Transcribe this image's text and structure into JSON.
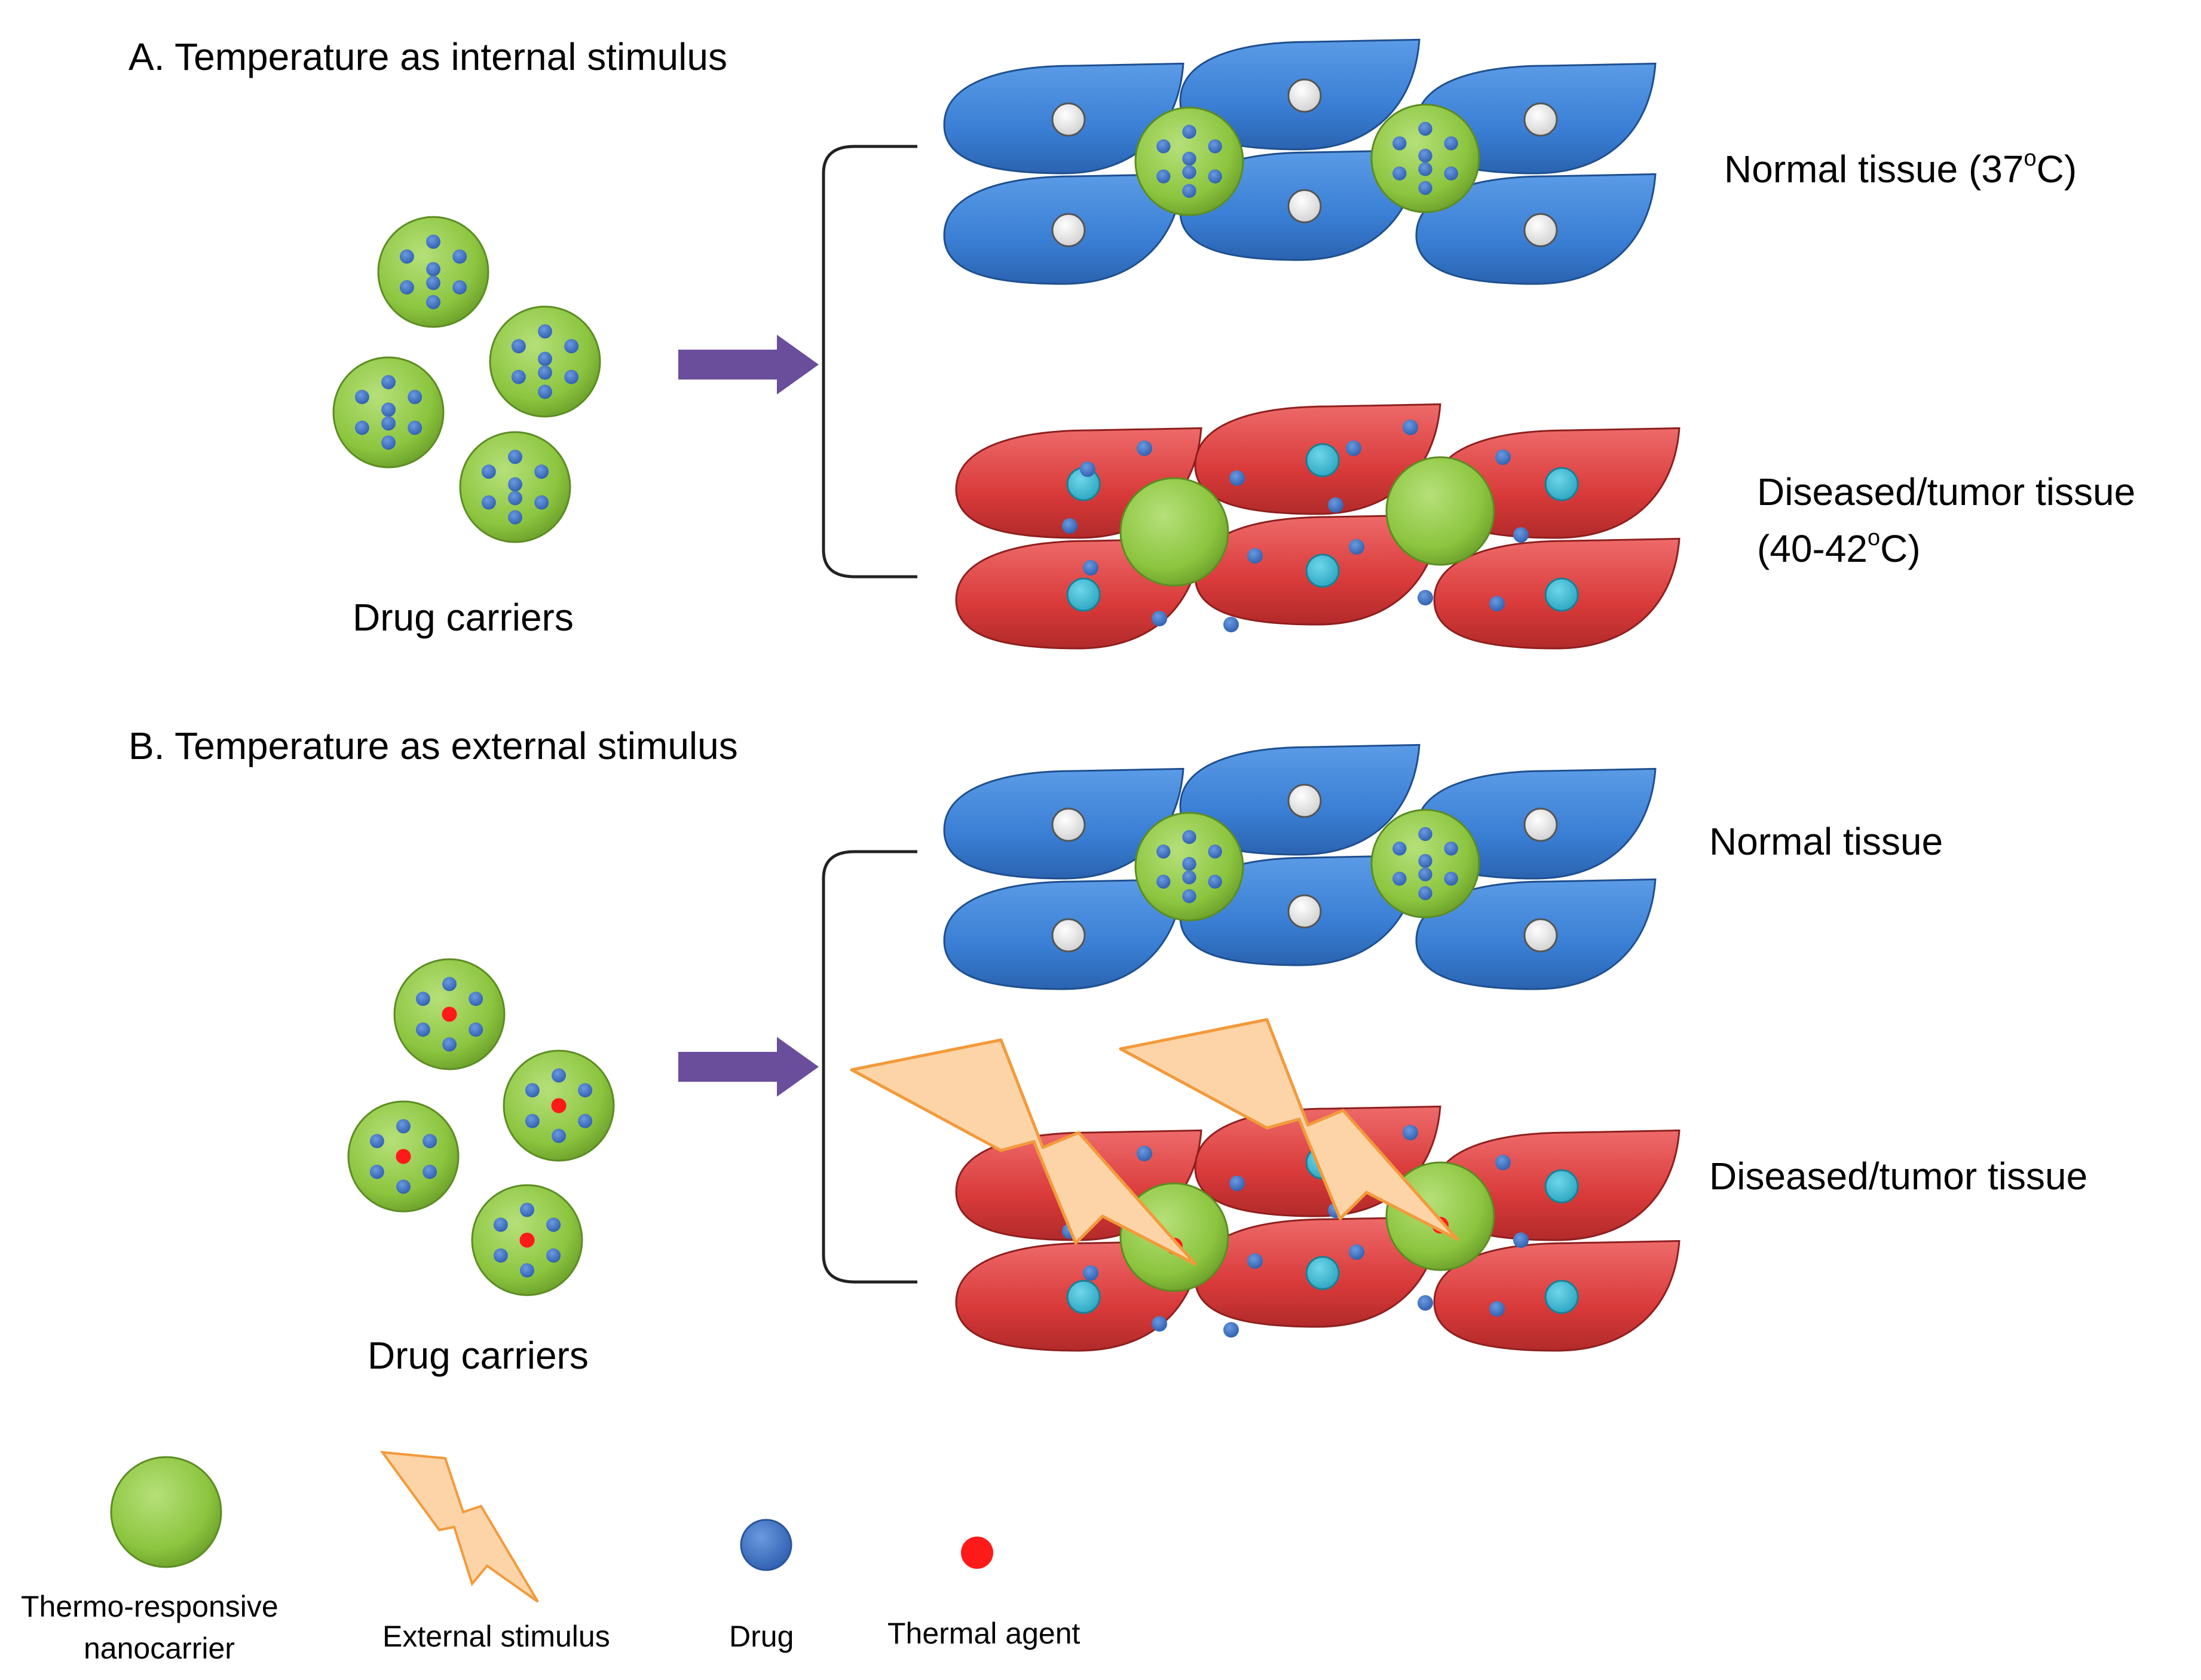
{
  "panel_a": {
    "heading": "A. Temperature as internal stimulus",
    "carriers_label": "Drug carriers",
    "normal_label": "Normal tissue (37",
    "normal_label_sup": "o",
    "normal_label_end": "C)",
    "diseased_label_line1": "Diseased/tumor tissue",
    "diseased_label_line2": "(40-42",
    "diseased_label_line2_sup": "o",
    "diseased_label_line2_end": "C)"
  },
  "panel_b": {
    "heading": "B. Temperature as external stimulus",
    "carriers_label": "Drug carriers",
    "normal_label": "Normal tissue",
    "diseased_label": "Diseased/tumor tissue"
  },
  "legend": {
    "nanocarrier_line1": "Thermo-responsive",
    "nanocarrier_line2": "nanocarrier",
    "stimulus": "External stimulus",
    "drug": "Drug",
    "thermal_agent": "Thermal  agent"
  },
  "colors": {
    "normal_cell": "#3a7fd5",
    "diseased_cell": "#d93a3a",
    "nanocarrier": "#8cc53f",
    "drug": "#3f74c8",
    "released_drug_in_cell": "#35b8d0",
    "thermal_agent": "#ff1a1a",
    "arrow": "#6b4e9b",
    "stimulus_fill": "#fdd4a8",
    "stimulus_stroke": "#f39a3b"
  }
}
